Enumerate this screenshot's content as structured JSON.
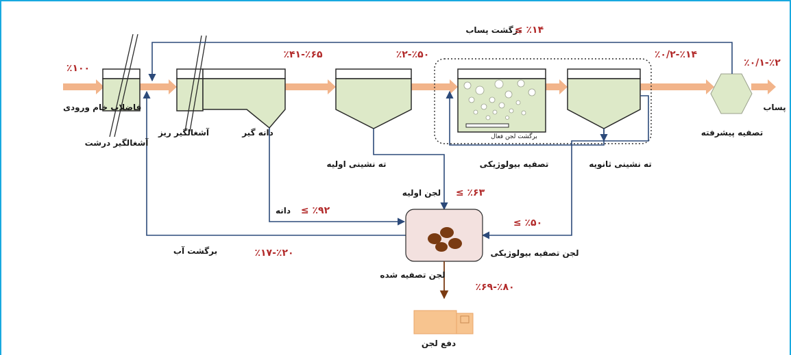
{
  "colors": {
    "tank_fill": "#dde9c8",
    "tank_stroke": "#2a2a2a",
    "flow_arrow": "#f2b48a",
    "line_blue": "#2c4a7a",
    "sludge_box": "#f3e1df",
    "sludge_brown": "#7a3b12",
    "truck": "#f7c48f",
    "percent_red": "#b22a2a",
    "frame_blue": "#19a9e0"
  },
  "labels": {
    "raw_inflow": "فاضلاب خام ورودی",
    "coarse_screen": "آشغالگیر درشت",
    "fine_screen": "آشغالگیر ریز",
    "grit_chamber": "دانه گیر",
    "primary_clarifier": "ته نشینی اولیه",
    "biological_treatment": "تصفیه بیولوژیکی",
    "activated_sludge_return": "برگشت لجن فعال",
    "secondary_clarifier": "ته نشینی ثانویه",
    "advanced_treatment": "تصفیه پیشرفته",
    "effluent": "پساب",
    "effluent_return": "برگشت پساب",
    "water_return": "برگشت آب",
    "grit": "دانه",
    "primary_sludge": "لجن اولیه",
    "biological_sludge": "لجن تصفیه بیولوژیکی",
    "treated_sludge": "لجن تصفیه شده",
    "sludge_disposal": "دفع لجن"
  },
  "percentages": {
    "effluent_return": "≤ ٪۱۴",
    "inflow": "٪۱۰۰",
    "after_grit": "٪۴۱-٪۶۵",
    "after_primary": "٪۲-٪۵۰",
    "after_secondary": "٪۰/۲-٪۱۴",
    "final_effluent": "٪۰/۱-٪۲",
    "primary_sludge": "≤ ٪۶۳",
    "grit": "≤ ٪۹۲",
    "biological_sludge": "≤ ٪۵۰",
    "water_return": "٪۱۷-٪۲۰",
    "disposal": "٪۶۹-٪۸۰"
  }
}
